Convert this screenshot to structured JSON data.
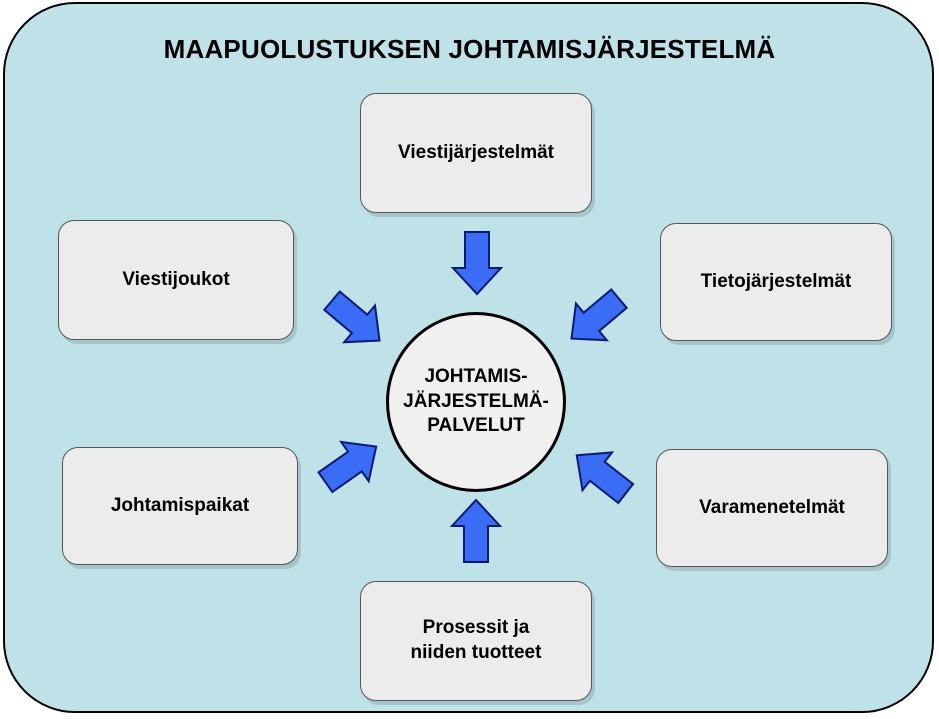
{
  "title": "MAAPUOLUSTUKSEN JOHTAMISJÄRJESTELMÄ",
  "center": {
    "lines": [
      "JOHTAMIS-",
      "JÄRJESTELMÄ-",
      "PALVELUT"
    ]
  },
  "nodes": {
    "viestijarjestelmat": {
      "lines": [
        "Viestijärjestelmät"
      ]
    },
    "viestijoukot": {
      "lines": [
        "Viestijoukot"
      ]
    },
    "tietojarjestelmat": {
      "lines": [
        "Tietojärjestelmät"
      ]
    },
    "johtamispaikat": {
      "lines": [
        "Johtamispaikat"
      ]
    },
    "varamenetelmat": {
      "lines": [
        "Varamenetelmät"
      ]
    },
    "prosessit": {
      "lines": [
        "Prosessit ja",
        "niiden tuotteet"
      ]
    }
  },
  "colors": {
    "background": "#bfe2e8",
    "arrow_fill": "#3b6cf6",
    "box_fill": "#ececec"
  }
}
